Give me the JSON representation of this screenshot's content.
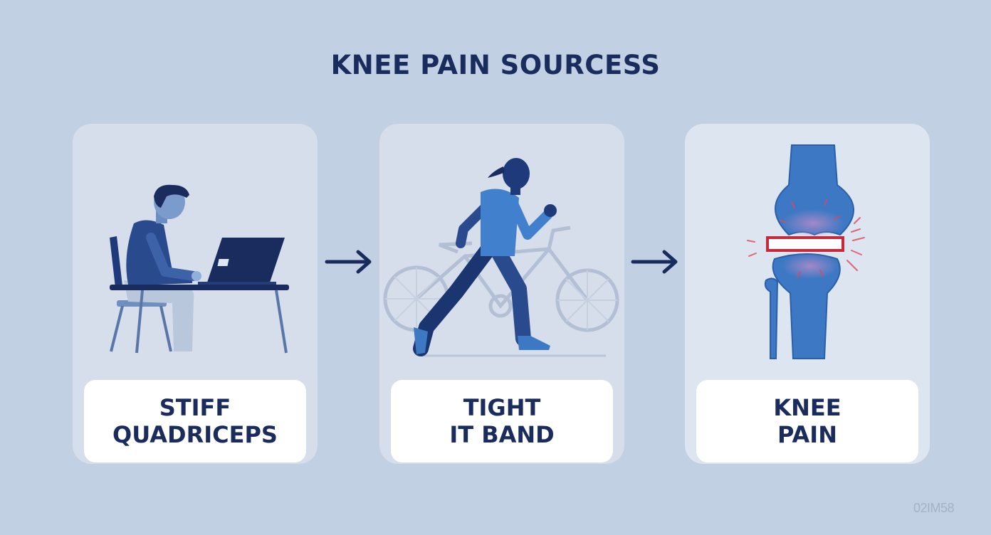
{
  "title": "KNEE PAIN SOURCESS",
  "cards": [
    {
      "line1": "STIFF",
      "line2": "QUADRICEPS",
      "illustration": "desk-worker-icon"
    },
    {
      "line1": "TIGHT",
      "line2": "IT BAND",
      "illustration": "runner-cyclist-icon"
    },
    {
      "line1": "KNEE",
      "line2": "PAIN",
      "illustration": "knee-joint-icon"
    }
  ],
  "arrows": [
    "arrow-right-icon",
    "arrow-right-icon"
  ],
  "watermark": "02IM58",
  "colors": {
    "background": "#c2d0e3",
    "card": "#d6deeb",
    "navy": "#1a2b5e",
    "accent_blue": "#3d78c4",
    "pain_red": "#c8283a"
  }
}
